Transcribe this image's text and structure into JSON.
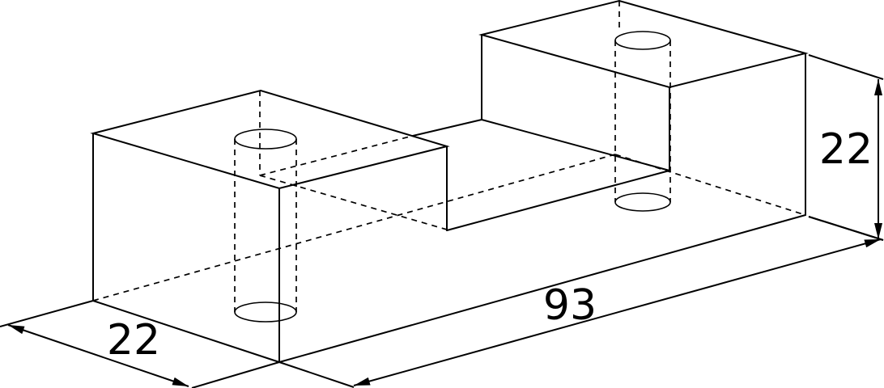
{
  "diagram": {
    "type": "isometric technical drawing",
    "dimensions": {
      "width": "22",
      "length": "93",
      "height": "22"
    },
    "colors": {
      "line": "#000000",
      "background": "#ffffff"
    }
  }
}
